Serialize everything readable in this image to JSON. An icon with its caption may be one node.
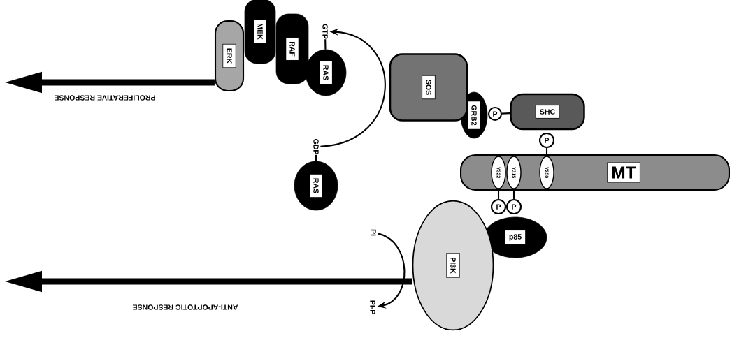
{
  "diagram": {
    "nodes": [
      {
        "text": [
          "MT"
        ]
      },
      {
        "text": [
          "Y322"
        ],
        "in": 0
      },
      {
        "text": [
          "Y315"
        ],
        "in": 0
      },
      {
        "text": [
          "Y250"
        ],
        "in": 0
      },
      {
        "text": [
          "P"
        ]
      },
      {
        "text": [
          "P"
        ]
      },
      {
        "text": [
          "P"
        ]
      },
      {
        "text": [
          "SHC"
        ]
      },
      {
        "text": [
          "P"
        ]
      },
      {
        "text": [
          "GRB2"
        ]
      },
      {
        "text": [
          "SOS"
        ]
      },
      {
        "text": [
          "RAS"
        ]
      },
      {
        "text": [
          "GDP"
        ]
      },
      {
        "text": [
          "GTP"
        ]
      },
      {
        "text": [
          "RAS"
        ]
      },
      {
        "text": [
          "RAF"
        ]
      },
      {
        "text": [
          "MEK"
        ]
      },
      {
        "text": [
          "ERK"
        ]
      },
      {
        "text": [
          "p85"
        ]
      },
      {
        "text": [
          "PI3K"
        ]
      },
      {
        "text": [
          "PI"
        ]
      },
      {
        "text": [
          "PI-P"
        ]
      }
    ],
    "edges": [
      {
        "from": 1,
        "to": 4,
        "arrow": "none"
      },
      {
        "from": 2,
        "to": 5,
        "arrow": "none"
      },
      {
        "from": 3,
        "to": 6,
        "arrow": "none"
      },
      {
        "from": 8,
        "to": 7,
        "arrow": "none"
      },
      {
        "from": 11,
        "to": 12,
        "arrow": "none"
      },
      {
        "from": 14,
        "to": 13,
        "arrow": "none"
      },
      {
        "from": 12,
        "to": 13,
        "arrow": "to"
      },
      {
        "from": 20,
        "to": 21,
        "arrow": "to"
      },
      {
        "from": 17,
        "to": null,
        "arrow": "to",
        "label": "PROLIFERATIVE RESPONSE",
        "style": "thick"
      },
      {
        "from": 19,
        "to": null,
        "arrow": "to",
        "label": "ANTI-APOPTOTIC RESPONSE",
        "style": "thick"
      }
    ]
  }
}
